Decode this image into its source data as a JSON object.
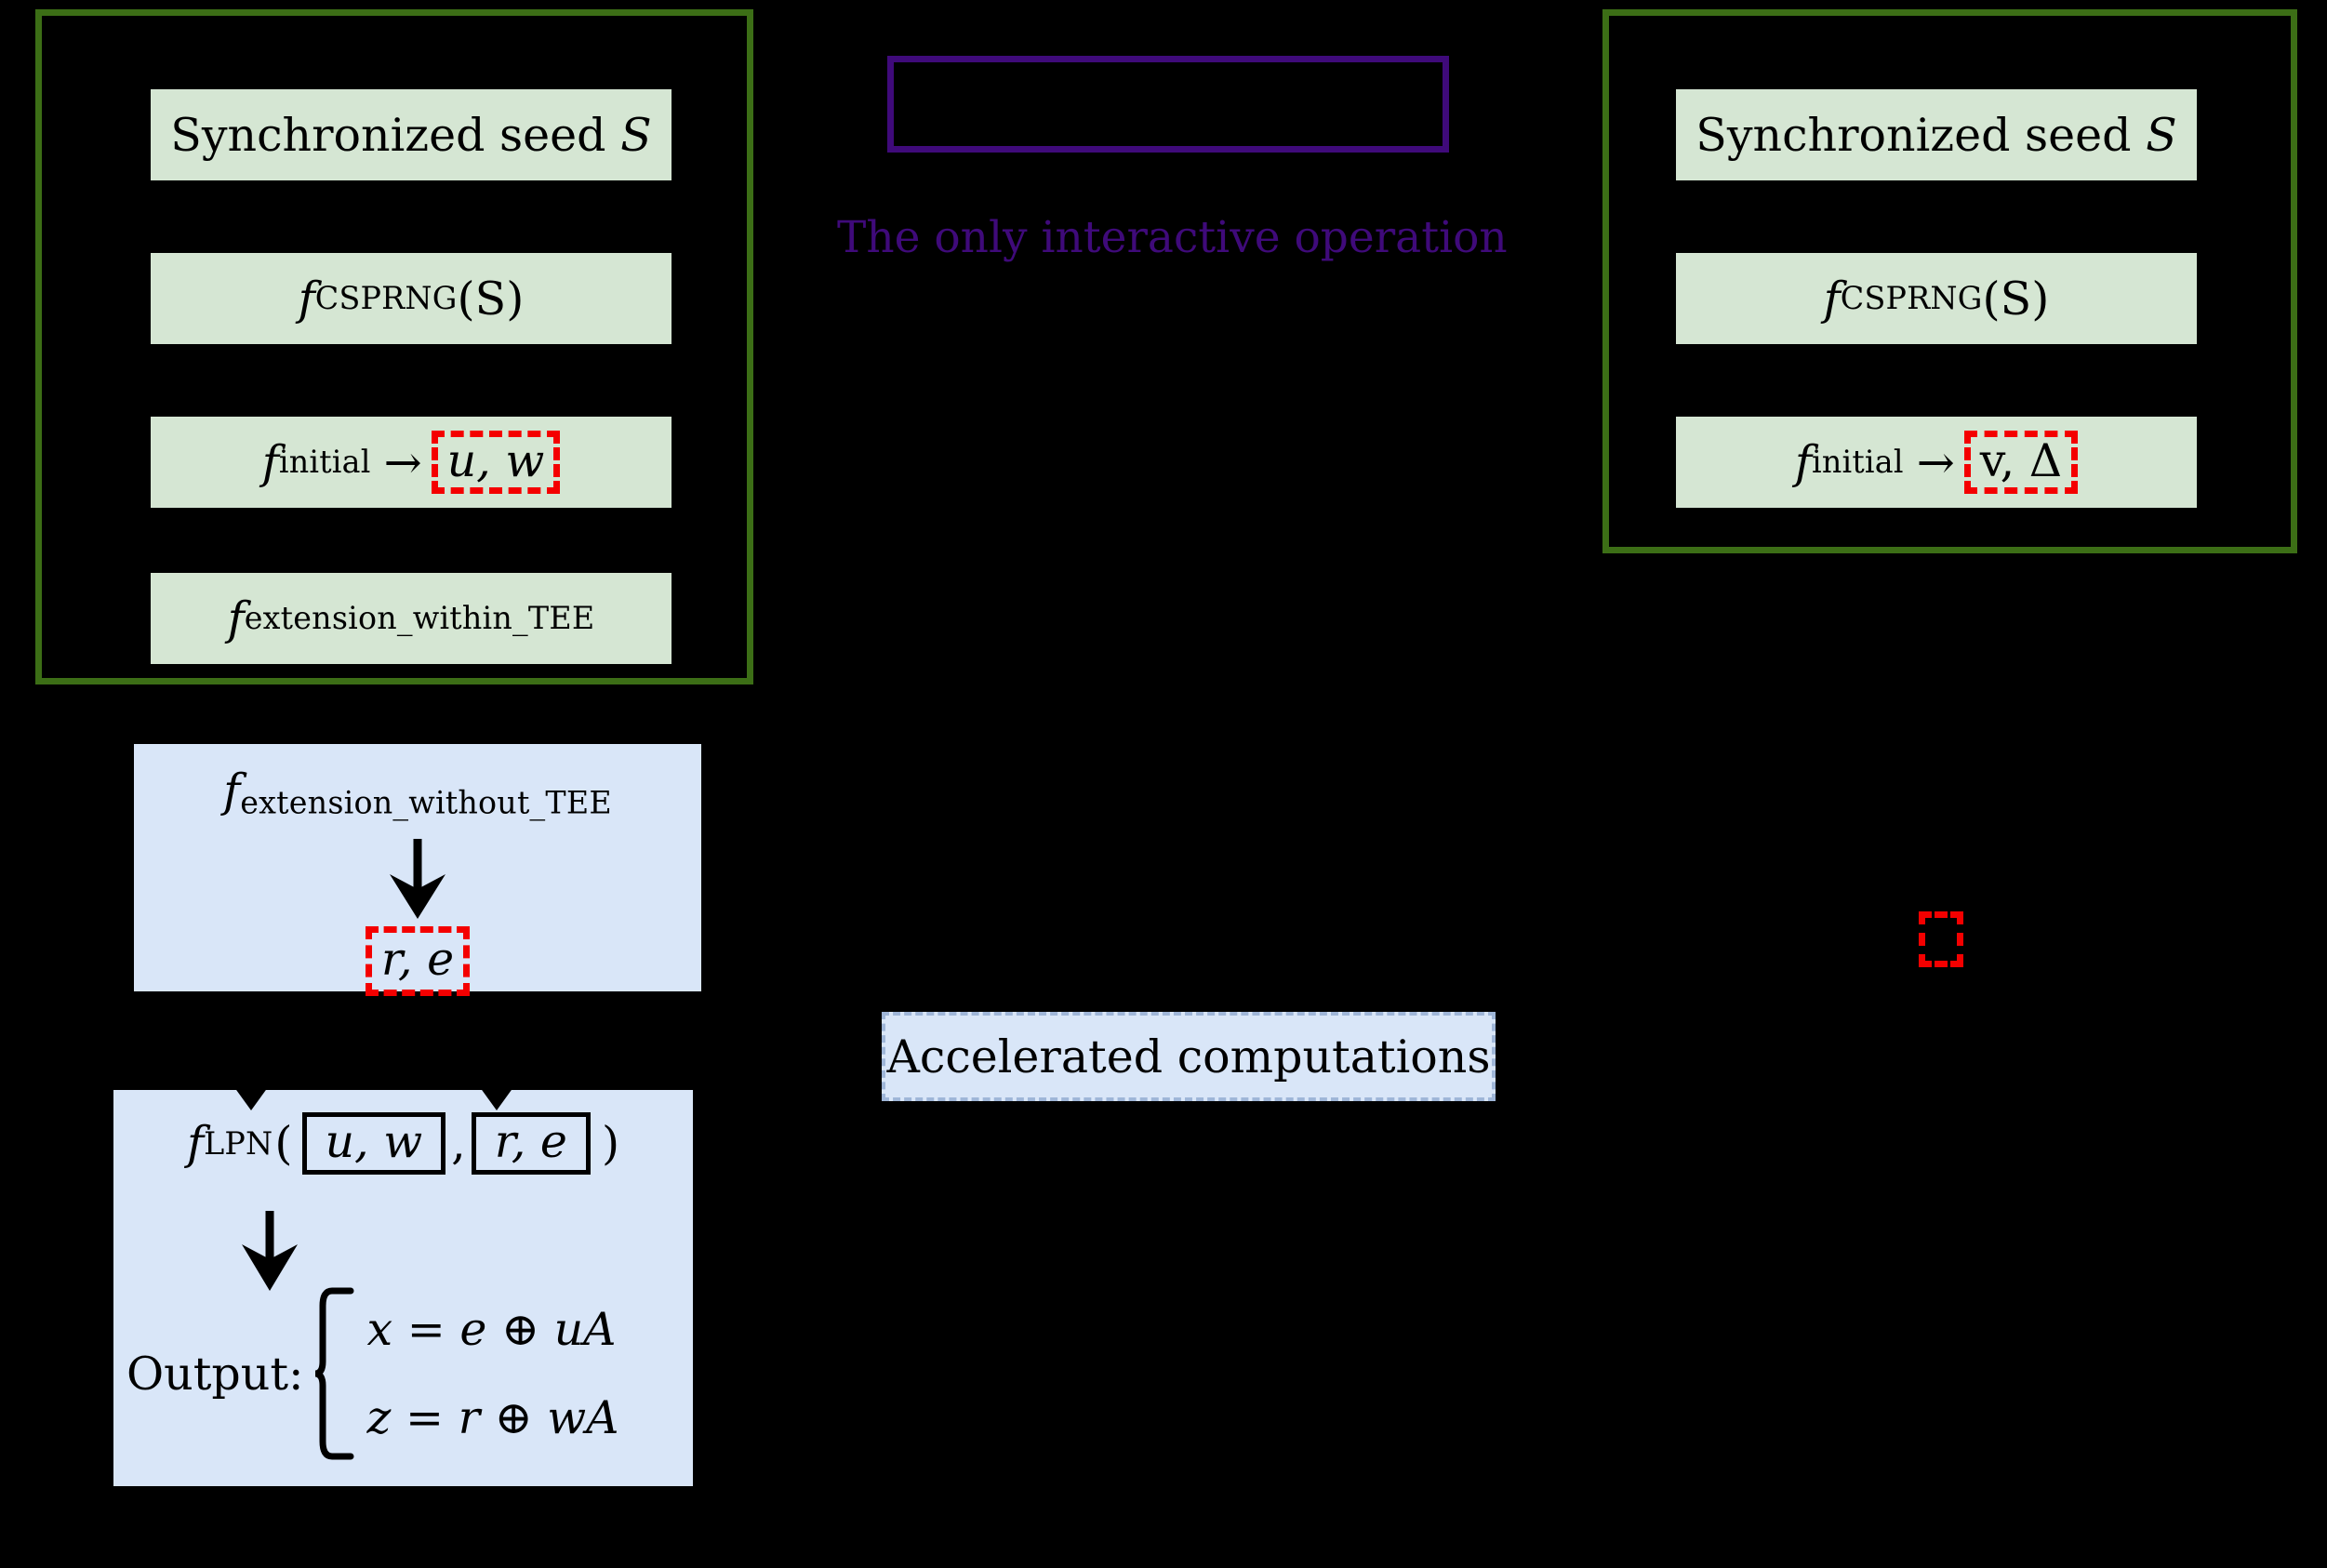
{
  "diagram": {
    "title_hidden": "",
    "colors": {
      "background": "#000000",
      "green_frame": "#3c6e16",
      "green_cell": "#d5e6d3",
      "blue_cell": "#d9e6f8",
      "purple": "#3f0a7a",
      "red_dash": "#f40000",
      "black": "#000000"
    }
  },
  "left_group": {
    "name": "left-party-green-group",
    "cells": [
      {
        "id": "left-seed",
        "text": "Synchronized seed",
        "var": "S"
      },
      {
        "id": "left-csprng",
        "fn": "f",
        "sub": "CSPRNG",
        "arg": "(S)"
      },
      {
        "id": "left-initial",
        "fn": "f",
        "sub": "initial",
        "arrow": "→",
        "highlight": "u, w"
      },
      {
        "id": "left-ext-tee",
        "fn": "f",
        "sub": "extension_within_TEE"
      }
    ]
  },
  "right_group": {
    "name": "right-party-green-group",
    "cells": [
      {
        "id": "right-seed",
        "text": "Synchronized seed",
        "var": "S"
      },
      {
        "id": "right-csprng",
        "fn": "f",
        "sub": "CSPRNG",
        "arg": "(S)"
      },
      {
        "id": "right-initial",
        "fn": "f",
        "sub": "initial",
        "arrow": "→",
        "highlight": "v, Δ"
      }
    ]
  },
  "middle": {
    "interactive_box": {
      "label": "The only interactive operation",
      "contents": ""
    },
    "accelerated": {
      "label": "Accelerated computations"
    },
    "right_red_marker": {
      "contents": ""
    }
  },
  "left_blue_box_1": {
    "fn": "f",
    "sub": "extension_without_TEE",
    "arrow_glyph": "↓",
    "highlight": "r, e"
  },
  "left_blue_box_2": {
    "fn": "f",
    "sub": "LPN",
    "open_paren": "(",
    "arg1": "u, w",
    "comma": ",",
    "arg2": "r, e",
    "close_paren": ")",
    "arrow_glyph": "↓",
    "output_label": "Output:",
    "outputs": [
      "x = e ⊕ uA",
      "z = r ⊕ wA"
    ]
  }
}
